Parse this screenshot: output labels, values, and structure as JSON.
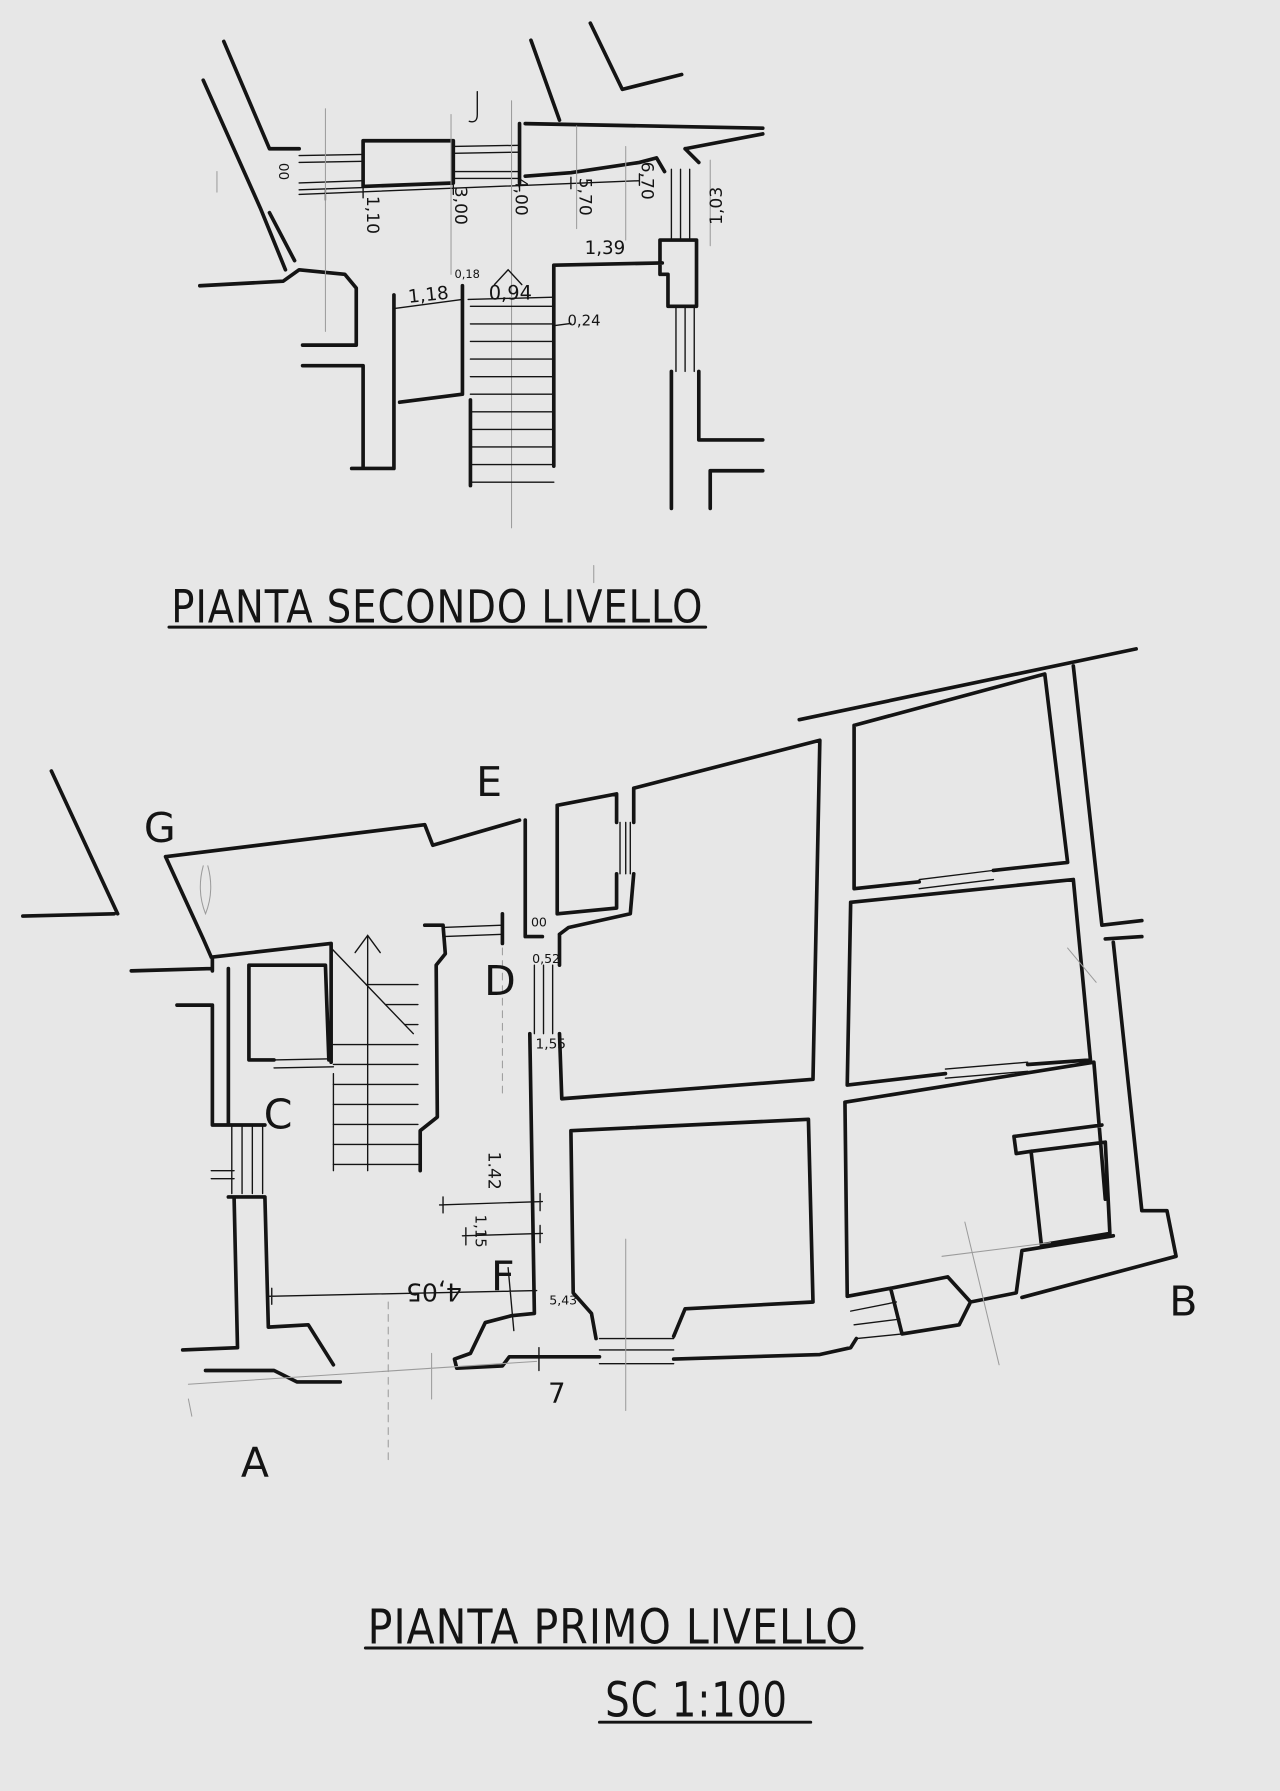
{
  "drawing": {
    "upper_plan": {
      "title": "PIANTA SECONDO LIVELLO",
      "dimensions": [
        "00",
        "1,10",
        "3,00",
        "4,00",
        "5,70",
        "6,70",
        "1,39",
        "1,18",
        "0,18",
        "0,94",
        "0,24",
        "1,03"
      ]
    },
    "lower_plan": {
      "title": "PIANTA PRIMO LIVELLO",
      "point_labels": [
        "G",
        "E",
        "D",
        "C",
        "F",
        "A",
        "B"
      ],
      "dimensions": [
        "00",
        "0,52",
        "1,55",
        "1.42",
        "1,15",
        "4,05",
        "5,43",
        "7"
      ]
    },
    "scale": "SC 1:100"
  },
  "colors": {
    "paper": "#e7e7e7",
    "ink": "#141414",
    "pencil": "#9b9b9b"
  },
  "icons": {
    "stair_direction": "arrow-up-icon"
  }
}
